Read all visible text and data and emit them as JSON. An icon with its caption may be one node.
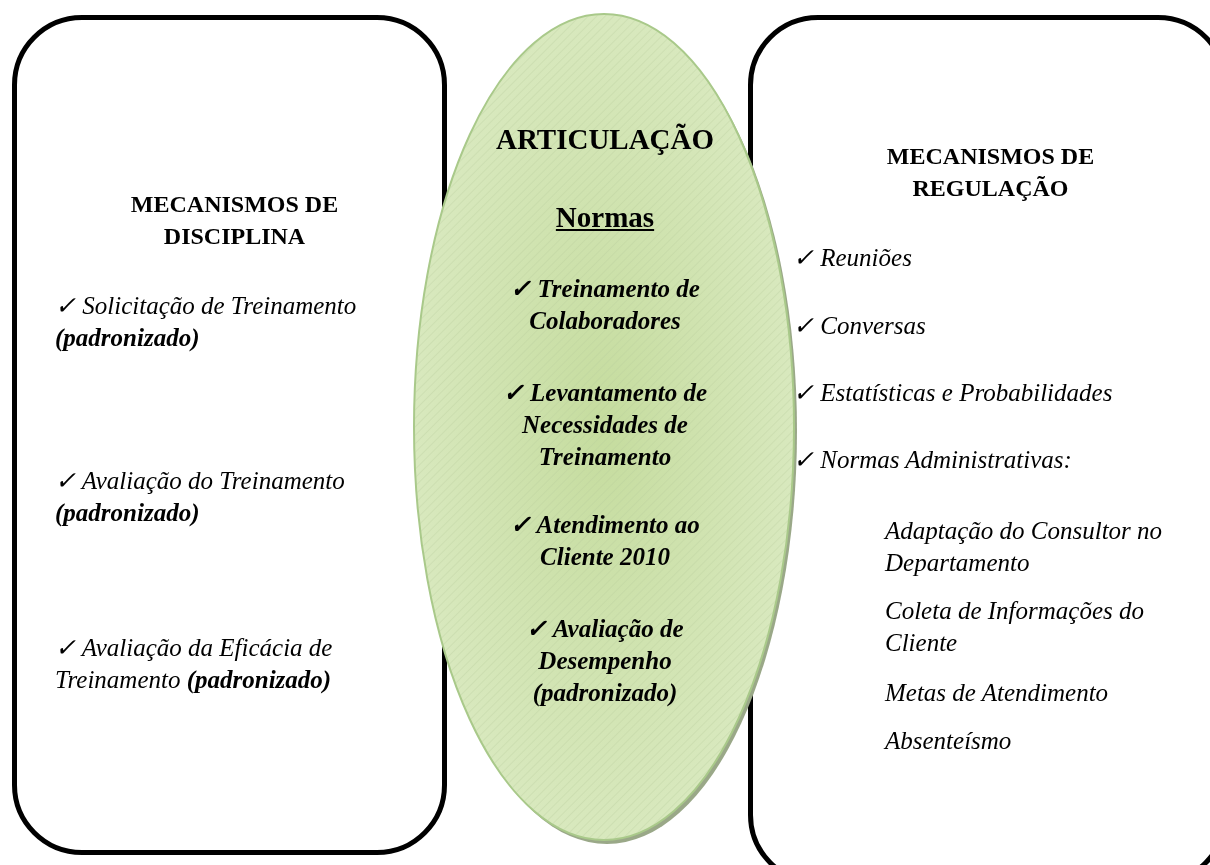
{
  "diagram": {
    "nodes": [
      {
        "text": [
          "MECANISMOS DE DISCIPLINA",
          "✓ Solicitação de Treinamento **(padronizado)**",
          "✓ Avaliação do Treinamento **(padronizado)**",
          "✓ Avaliação da Eficácia de Treinamento **(padronizado)**"
        ]
      },
      {
        "text": [
          "ARTICULAÇÃO",
          "Normas",
          "✓ Treinamento de Colaboradores",
          "✓ Levantamento de Necessidades de Treinamento",
          "✓ Atendimento ao Cliente 2010",
          "✓ Avaliação de Desempenho (padronizado)"
        ]
      },
      {
        "text": [
          "MECANISMOS DE REGULAÇÃO",
          "✓ Reuniões",
          "✓ Conversas",
          "✓ Estatísticas e Probabilidades",
          "✓ Normas Administrativas:",
          "Adaptação do Consultor no Departamento",
          "Coleta de Informações do Cliente",
          "Metas de Atendimento",
          "Absenteísmo"
        ]
      }
    ]
  }
}
